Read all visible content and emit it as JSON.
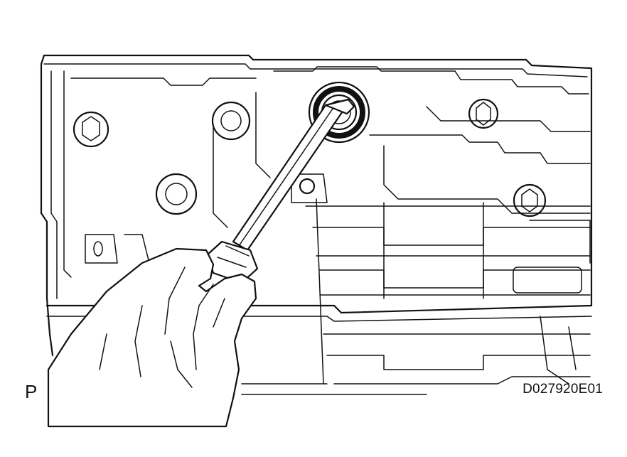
{
  "figure": {
    "view_label": "P",
    "figure_code": "D027920E01"
  },
  "icons": [
    "transmission-case-drawing",
    "screwdriver-icon",
    "oil-seal-icon",
    "hand-icon",
    "bolt-icon"
  ]
}
